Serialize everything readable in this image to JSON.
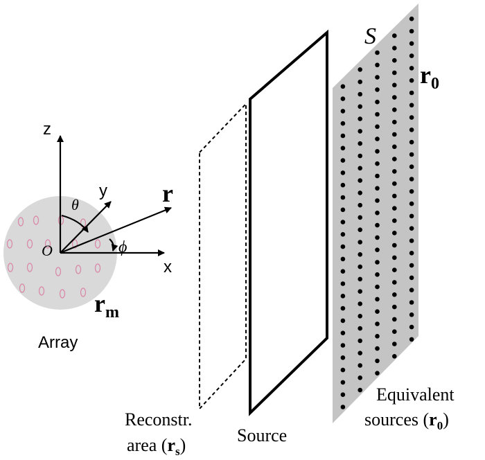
{
  "axes": {
    "z_label": "z",
    "y_label": "y",
    "x_label": "x",
    "origin_label": "O",
    "theta_label": "θ",
    "phi_label": "ϕ"
  },
  "vectors": {
    "r_label": "r",
    "r_m_main": "r",
    "r_m_sub": "m",
    "r_0_main": "r",
    "r_0_sub": "0"
  },
  "surface_label": "S",
  "array_label": "Array",
  "reconstruction": {
    "line1": "Reconstr.",
    "line2_prefix": "area (",
    "line2_var": "r",
    "line2_sub": "s",
    "line2_suffix": ")"
  },
  "source_label": "Source",
  "equivalent": {
    "line1": "Equivalent",
    "line2_prefix": "sources (",
    "line2_var": "r",
    "line2_sub": "0",
    "line2_suffix": ")"
  },
  "colors": {
    "sphere_fill": "#d9d9d9",
    "microphone_outline": "#d98aa8",
    "plane_fill": "#c4c4c4",
    "ink": "#000000"
  }
}
